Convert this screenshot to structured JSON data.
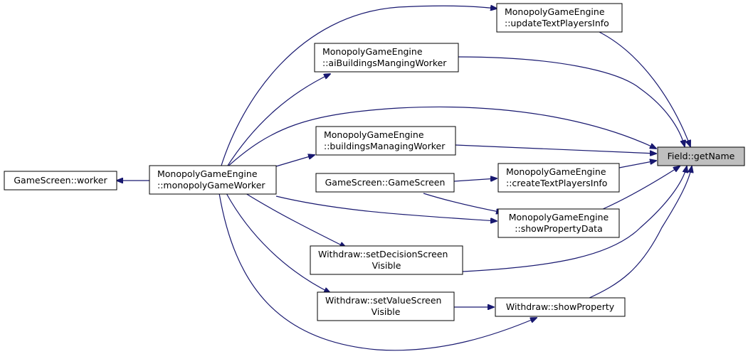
{
  "colors": {
    "edge": "#191970",
    "node_fill": "#ffffff",
    "focus_fill": "#bfbfbf",
    "border": "#000000"
  },
  "nodes": {
    "worker": [
      "GameScreen::worker"
    ],
    "monopolyGameWorker": [
      "MonopolyGameEngine",
      "::monopolyGameWorker"
    ],
    "updateTextPlayersInfo": [
      "MonopolyGameEngine",
      "::updateTextPlayersInfo"
    ],
    "aiBuildingsMangingWorker": [
      "MonopolyGameEngine",
      "::aiBuildingsMangingWorker"
    ],
    "buildingsManagingWorker": [
      "MonopolyGameEngine",
      "::buildingsManagingWorker"
    ],
    "gameScreen": [
      "GameScreen::GameScreen"
    ],
    "createTextPlayersInfo": [
      "MonopolyGameEngine",
      "::createTextPlayersInfo"
    ],
    "showPropertyData": [
      "MonopolyGameEngine",
      "::showPropertyData"
    ],
    "setDecisionScreenVisible": [
      "Withdraw::setDecisionScreen",
      "Visible"
    ],
    "setValueScreenVisible": [
      "Withdraw::setValueScreen",
      "Visible"
    ],
    "showProperty": [
      "Withdraw::showProperty"
    ],
    "getName": [
      "Field::getName"
    ]
  }
}
